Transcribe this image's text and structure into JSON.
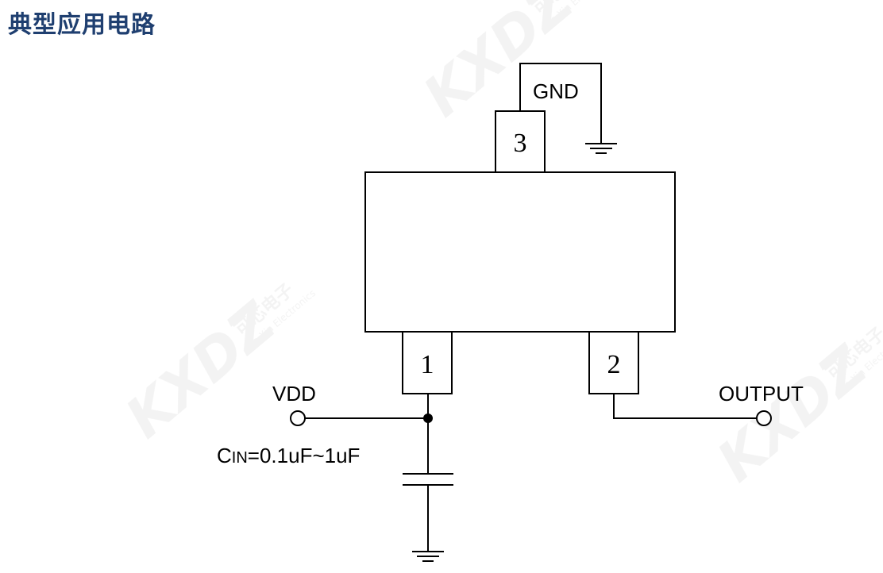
{
  "title": "典型应用电路",
  "pins": {
    "pin1": "1",
    "pin2": "2",
    "pin3": "3"
  },
  "nets": {
    "gnd": "GND",
    "vdd": "VDD",
    "output": "OUTPUT"
  },
  "capacitor": {
    "prefix": "C",
    "subscript": "IN",
    "value": "=0.1uF~1uF"
  },
  "watermark": {
    "logo": "KXDZ",
    "cn": "可芯电子",
    "en": "Ke Xin Electronics"
  },
  "colors": {
    "title": "#1f3f70",
    "line": "#000000",
    "watermark": "#000000"
  }
}
